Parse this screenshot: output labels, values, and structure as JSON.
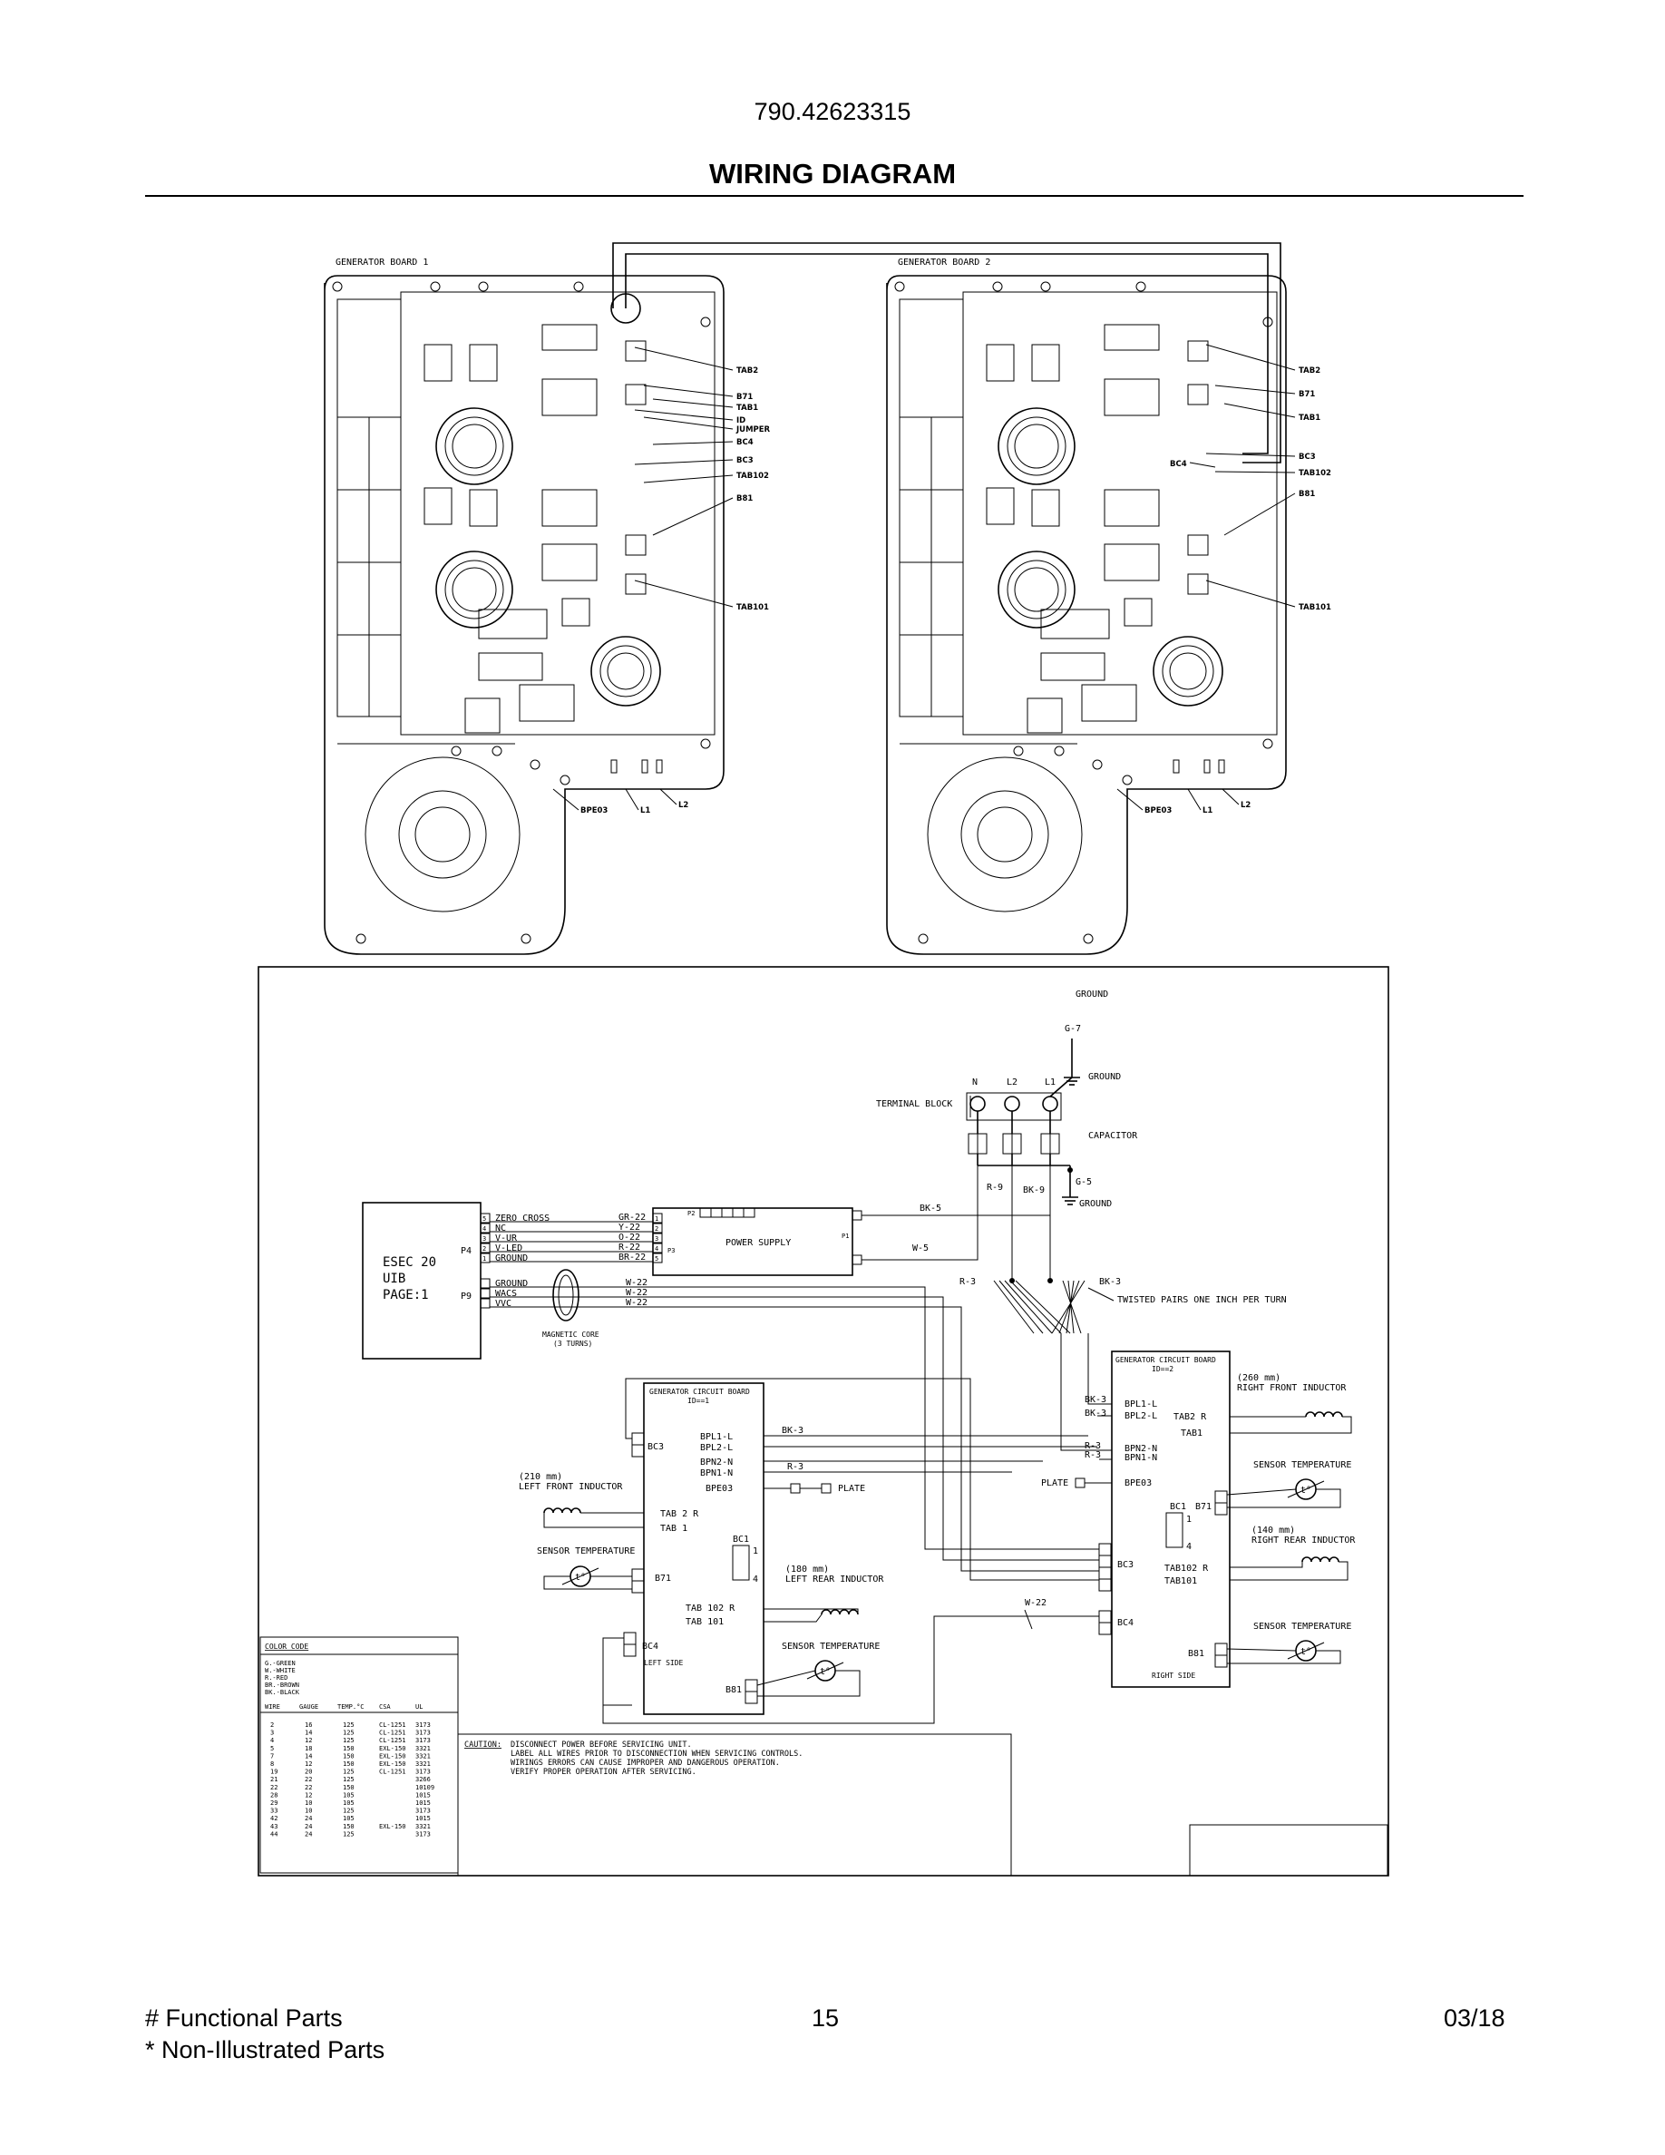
{
  "header": {
    "model": "790.42623315",
    "title": "WIRING DIAGRAM"
  },
  "boards": {
    "board1": {
      "title": "GENERATOR BOARD 1",
      "callouts": [
        "TAB2",
        "B71",
        "TAB1",
        "ID",
        "JUMPER",
        "BC4",
        "BC3",
        "TAB102",
        "B81",
        "TAB101",
        "BPE03",
        "L1",
        "L2"
      ]
    },
    "board2": {
      "title": "GENERATOR BOARD 2",
      "callouts": [
        "TAB2",
        "B71",
        "TAB1",
        "BC3",
        "BC4",
        "TAB102",
        "B81",
        "TAB101",
        "BPE03",
        "L1",
        "L2"
      ]
    }
  },
  "schematic": {
    "ground_top": "GROUND",
    "g7": "G-7",
    "ground_right": "GROUND",
    "terminals": [
      "N",
      "L2",
      "L1"
    ],
    "terminal_block": "TERMINAL BLOCK",
    "capacitor": "CAPACITOR",
    "g5": "G-5",
    "ground_bottom": "GROUND",
    "r9": "R-9",
    "bk9": "BK-9",
    "bk5": "BK-5",
    "w5": "W-5",
    "r3_top": "R-3",
    "bk3_top": "BK-3",
    "twisted": "TWISTED PAIRS ONE INCH PER TURN",
    "uib": {
      "line1": "ESEC 20",
      "line2": "UIB",
      "line3": "PAGE:1",
      "p4": "P4",
      "p9": "P9",
      "p4_pins": [
        "ZERO CROSS",
        "NC",
        "V-UR",
        "V-LED",
        "GROUND"
      ],
      "p4_nums": [
        "5",
        "4",
        "3",
        "2",
        "1"
      ],
      "p9_pins": [
        "GROUND",
        "WACS",
        "VVC"
      ]
    },
    "p4_wires": [
      "GR-22",
      "Y-22",
      "O-22",
      "R-22",
      "BR-22"
    ],
    "p9_wires": [
      "W-22",
      "W-22",
      "W-22"
    ],
    "power_supply": {
      "label": "POWER SUPPLY",
      "p2": "P2",
      "p3": "P3",
      "p1": "P1",
      "p3_nums": [
        "1",
        "2",
        "3",
        "4",
        "5"
      ]
    },
    "magnetic_core": {
      "line1": "MAGNETIC CORE",
      "line2": "(3 TURNS)"
    },
    "left_board": {
      "title1": "GENERATOR CIRCUIT BOARD",
      "title2": "ID==1",
      "bc3": "BC3",
      "bpl1": "BPL1-L",
      "bpl2": "BPL2-L",
      "bpn2": "BPN2-N",
      "bpn1": "BPN1-N",
      "bk3": "BK-3",
      "r3": "R-3",
      "bpe03": "BPE03",
      "plate": "PLATE",
      "tab2": "TAB 2 R",
      "tab1": "TAB 1",
      "bc1": "BC1",
      "tab102": "TAB 102 R",
      "tab101": "TAB 101",
      "bc4": "BC4",
      "left_side": "LEFT SIDE",
      "b71": "B71",
      "b81": "B81",
      "inductor_front1": "(210 mm)",
      "inductor_front2": "LEFT FRONT INDUCTOR",
      "inductor_rear1": "(180 mm)",
      "inductor_rear2": "LEFT REAR INDUCTOR",
      "sensor1": "SENSOR TEMPERATURE",
      "sensor2": "SENSOR TEMPERATURE"
    },
    "right_board": {
      "title1": "GENERATOR CIRCUIT BOARD",
      "title2": "ID==2",
      "bk3a": "BK-3",
      "bk3b": "BK-3",
      "bpl1": "BPL1-L",
      "bpl2": "BPL2-L",
      "r3a": "R-3",
      "r3b": "R-3",
      "bpn2": "BPN2-N",
      "bpn1": "BPN1-N",
      "plate": "PLATE",
      "bpe03": "BPE03",
      "tab2": "TAB2 R",
      "tab1": "TAB1",
      "bc1": "BC1",
      "b71": "B71",
      "bc3": "BC3",
      "tab102": "TAB102 R",
      "tab101": "TAB101",
      "bc4": "BC4",
      "b81": "B81",
      "right_side": "RIGHT SIDE",
      "inductor_front1": "(260 mm)",
      "inductor_front2": "RIGHT FRONT INDUCTOR",
      "inductor_rear1": "(140 mm)",
      "inductor_rear2": "RIGHT REAR INDUCTOR",
      "sensor1": "SENSOR TEMPERATURE",
      "sensor2": "SENSOR TEMPERATURE",
      "w22": "W-22"
    },
    "color_code": {
      "title": "COLOR CODE",
      "entries": [
        "G.-GREEN",
        "W.-WHITE",
        "R.-RED",
        "BR.-BROWN",
        "BK.-BLACK"
      ],
      "headers": [
        "WIRE",
        "GAUGE",
        "TEMP.°C",
        "CSA",
        "UL"
      ],
      "rows": [
        [
          "2",
          "16",
          "125",
          "CL-1251",
          "3173"
        ],
        [
          "3",
          "14",
          "125",
          "CL-1251",
          "3173"
        ],
        [
          "4",
          "12",
          "125",
          "CL-1251",
          "3173"
        ],
        [
          "5",
          "18",
          "150",
          "EXL-150",
          "3321"
        ],
        [
          "7",
          "14",
          "150",
          "EXL-150",
          "3321"
        ],
        [
          "8",
          "12",
          "150",
          "EXL-150",
          "3321"
        ],
        [
          "19",
          "20",
          "125",
          "CL-1251",
          "3173"
        ],
        [
          "21",
          "22",
          "125",
          "",
          "3266"
        ],
        [
          "22",
          "22",
          "150",
          "",
          "10109"
        ],
        [
          "28",
          "12",
          "105",
          "",
          "1015"
        ],
        [
          "29",
          "10",
          "105",
          "",
          "1015"
        ],
        [
          "33",
          "10",
          "125",
          "",
          "3173"
        ],
        [
          "42",
          "24",
          "105",
          "",
          "1015"
        ],
        [
          "43",
          "24",
          "150",
          "EXL-150",
          "3321"
        ],
        [
          "44",
          "24",
          "125",
          "",
          "3173"
        ]
      ]
    },
    "caution": {
      "label": "CAUTION:",
      "lines": [
        "DISCONNECT POWER BEFORE SERVICING UNIT.",
        "LABEL ALL WIRES PRIOR TO DISCONNECTION WHEN SERVICING CONTROLS.",
        "WIRINGS ERRORS CAN CAUSE IMPROPER AND DANGEROUS OPERATION.",
        "VERIFY PROPER OPERATION AFTER SERVICING."
      ]
    }
  },
  "footer": {
    "functional": "# Functional Parts",
    "non_illustrated": "* Non-Illustrated Parts",
    "page": "15",
    "date": "03/18"
  }
}
